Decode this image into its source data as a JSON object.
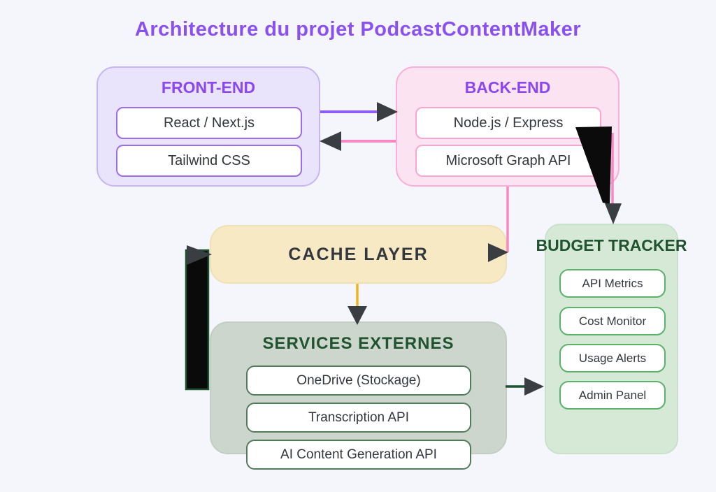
{
  "title": "Architecture du projet PodcastContentMaker",
  "nodes": {
    "frontend": {
      "title": "FRONT-END",
      "items": [
        "React / Next.js",
        "Tailwind CSS"
      ]
    },
    "backend": {
      "title": "BACK-END",
      "items": [
        "Node.js / Express",
        "Microsoft Graph API"
      ]
    },
    "cache": {
      "title": "CACHE LAYER",
      "items": []
    },
    "services": {
      "title": "SERVICES EXTERNES",
      "items": [
        "OneDrive (Stockage)",
        "Transcription API",
        "AI Content Generation API"
      ]
    },
    "budget": {
      "title": "BUDGET TRACKER",
      "items": [
        "API Metrics",
        "Cost Monitor",
        "Usage Alerts",
        "Admin Panel"
      ]
    }
  },
  "edges": [
    {
      "from": "frontend",
      "to": "backend",
      "color": "#8B5CF6",
      "style": "thin"
    },
    {
      "from": "backend",
      "to": "frontend",
      "color": "#F888C3",
      "style": "thin"
    },
    {
      "from": "backend",
      "to": "cache",
      "color": "#F888C3",
      "style": "thin"
    },
    {
      "from": "backend",
      "to": "budget",
      "color": "#0B0B0B",
      "style": "thick"
    },
    {
      "from": "cache",
      "to": "services",
      "color": "#F2B31C",
      "style": "thin"
    },
    {
      "from": "services",
      "to": "cache",
      "color": "#0B0B0B",
      "style": "thick"
    },
    {
      "from": "services",
      "to": "budget",
      "color": "#1C5230",
      "style": "thin"
    }
  ],
  "colors": {
    "background": "#F4F6FB",
    "title_text": "#8B50F2",
    "frontend_fill": "#E9E3FB",
    "frontend_border": "#9C6CEA",
    "backend_fill": "#FBE3F2",
    "backend_border": "#F9A6D2",
    "cache_fill": "#F6E9C4",
    "services_fill": "#CCD6CD",
    "budget_fill": "#D5E9D6",
    "heading_green": "#20542E",
    "arrowhead_gray": "#3A3D42"
  }
}
